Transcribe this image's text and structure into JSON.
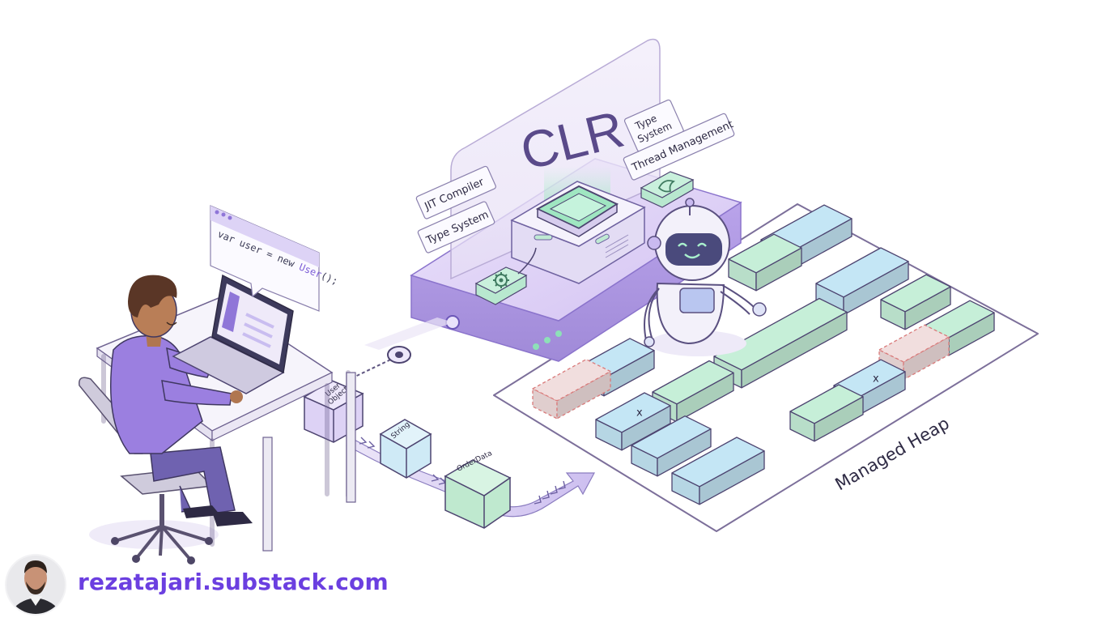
{
  "code": {
    "line": "var user = new User();",
    "tokens": [
      {
        "text": "var",
        "color": "#3a3a55"
      },
      {
        "text": " user = ",
        "color": "#3a3a55"
      },
      {
        "text": "new",
        "color": "#3a3a55"
      },
      {
        "text": " ",
        "color": "#3a3a55"
      },
      {
        "text": "User",
        "color": "#7b5cd6"
      },
      {
        "text": "();",
        "color": "#3a3a55"
      }
    ]
  },
  "clr": {
    "title": "CLR",
    "labels": {
      "jit_compiler": "JIT Compiler",
      "type_system_left": "Type System",
      "type_system_right": "Type\nSystem",
      "thread_management": "Thread Management"
    }
  },
  "objects": {
    "user_object": "User\nObject",
    "string": "String",
    "order_data": "OrderData"
  },
  "heap": {
    "title": "Managed Heap",
    "collected_marker": "x"
  },
  "footer": {
    "url": "rezatajari.substack.com"
  },
  "colors": {
    "accent": "#6b3fe0",
    "platform_purple": "#c9b7ef",
    "block_blue": "#c4e6f5",
    "block_green": "#c6efd8",
    "freed_block": "#f1dede",
    "outline": "#6e6290"
  },
  "icons": [
    "gear-icon",
    "bird-icon",
    "robot-icon",
    "laptop-icon",
    "avatar"
  ]
}
